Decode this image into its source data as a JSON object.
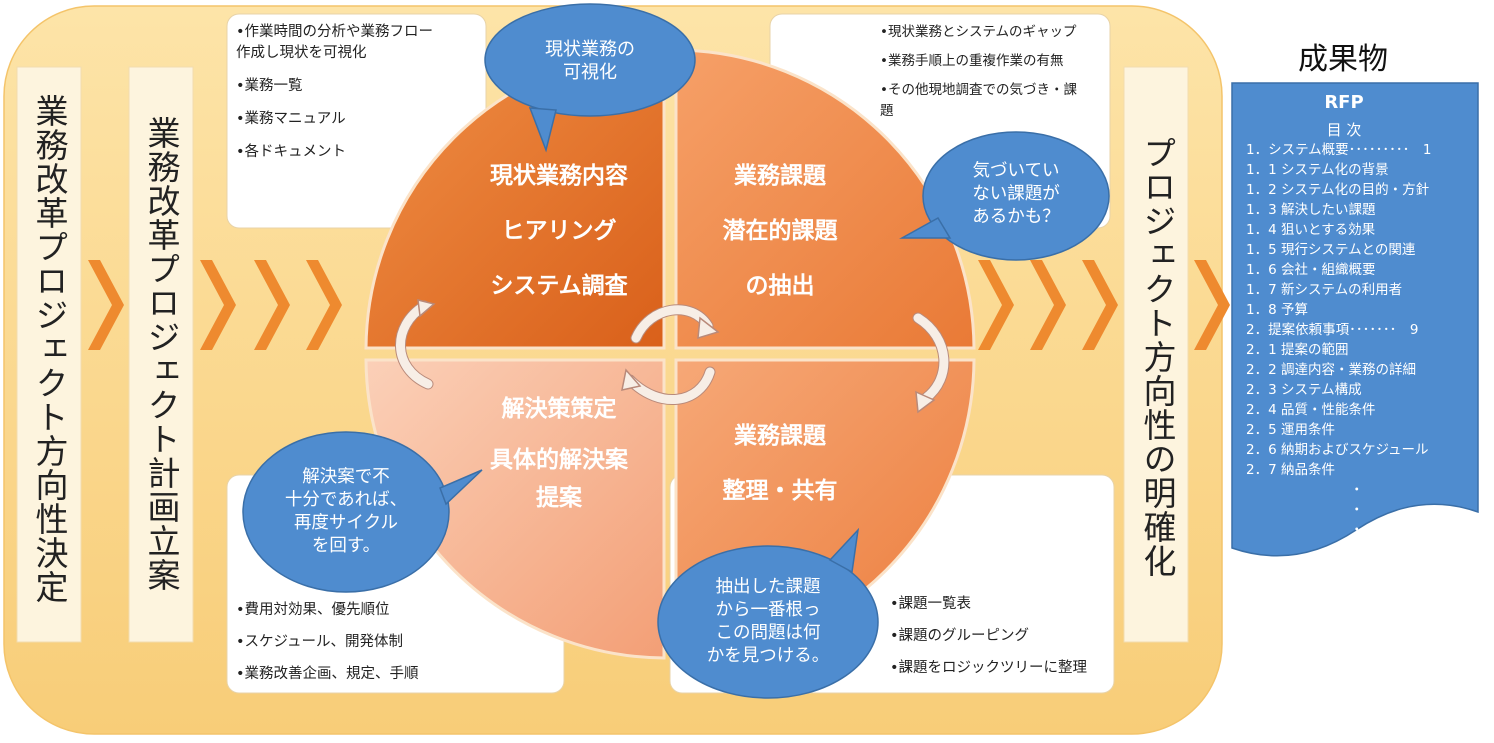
{
  "left_labels": {
    "direction": "業務改革プロジェクト方向性決定",
    "planning": "業務改革プロジェクト計画立案",
    "clarify": "プロジェクト方向性の明確化"
  },
  "top_left_box": {
    "items": [
      "•作業時間の分析や業務フロー作成し現状を可視化",
      "•業務一覧",
      "•業務マニュアル",
      "•各ドキュメント"
    ]
  },
  "top_right_box": {
    "items": [
      "•現状業務とシステムのギャップ",
      "•業務手順上の重複作業の有無",
      "•その他現地調査での気づき・課題"
    ]
  },
  "bottom_left_box": {
    "items": [
      "•費用対効果、優先順位",
      "•スケジュール、開発体制",
      "•業務改善企画、規定、手順"
    ]
  },
  "bottom_right_box": {
    "items": [
      "•課題一覧表",
      "•課題のグルーピング",
      "•課題をロジックツリーに整理"
    ]
  },
  "quadrants": {
    "top_left": [
      "現状業務内容",
      "ヒアリング",
      "システム調査"
    ],
    "top_right": [
      "業務課題",
      "潜在的課題",
      "の抽出"
    ],
    "bottom_left": [
      "解決策策定",
      "具体的解決案",
      "提案"
    ],
    "bottom_right": [
      "業務課題",
      "整理・共有"
    ]
  },
  "bubbles": {
    "visualize": [
      "現状業務の",
      "可視化"
    ],
    "unaware": [
      "気づいてい",
      "ない課題が",
      "あるかも？"
    ],
    "retry": [
      "解決案で不",
      "十分であれば、",
      "再度サイクル",
      "を回す。"
    ],
    "root": [
      "抽出した課題",
      "から一番根っ",
      "この問題は何",
      "かを見つける。"
    ]
  },
  "deliverables": {
    "heading": "成果物",
    "doc_title": "RFP",
    "toc_label": "目 次",
    "toc": [
      "1．システム概要･････････　1",
      "1．1 システム化の背景",
      "1．2 システム化の目的・方針",
      "1．3 解決したい課題",
      "1．4 狙いとする効果",
      "1．5 現行システムとの関連",
      "1．6 会社・組織概要",
      "1．7 新システムの利用者",
      "1．8 予算",
      "2．提案依頼事項･･･････　9",
      "2．1 提案の範囲",
      "2．2 調達内容・業務の詳細",
      "2．3 システム構成",
      "2．4 品質・性能条件",
      "2．5 運用条件",
      "2．6 納期およびスケジュール",
      "2．7 納品条件",
      "・",
      "・",
      "・"
    ]
  },
  "colors": {
    "frame": "#fbd890",
    "column": "#fdf3dc",
    "arrow": "#ee8a2f",
    "q_top_left": "#e56d1f",
    "q_top_right": "#ee8444",
    "q_bottom_left": "#f9b99a",
    "q_bottom_right": "#f2915c",
    "bubble": "#4a86c7",
    "rfp": "#4a86c7"
  }
}
